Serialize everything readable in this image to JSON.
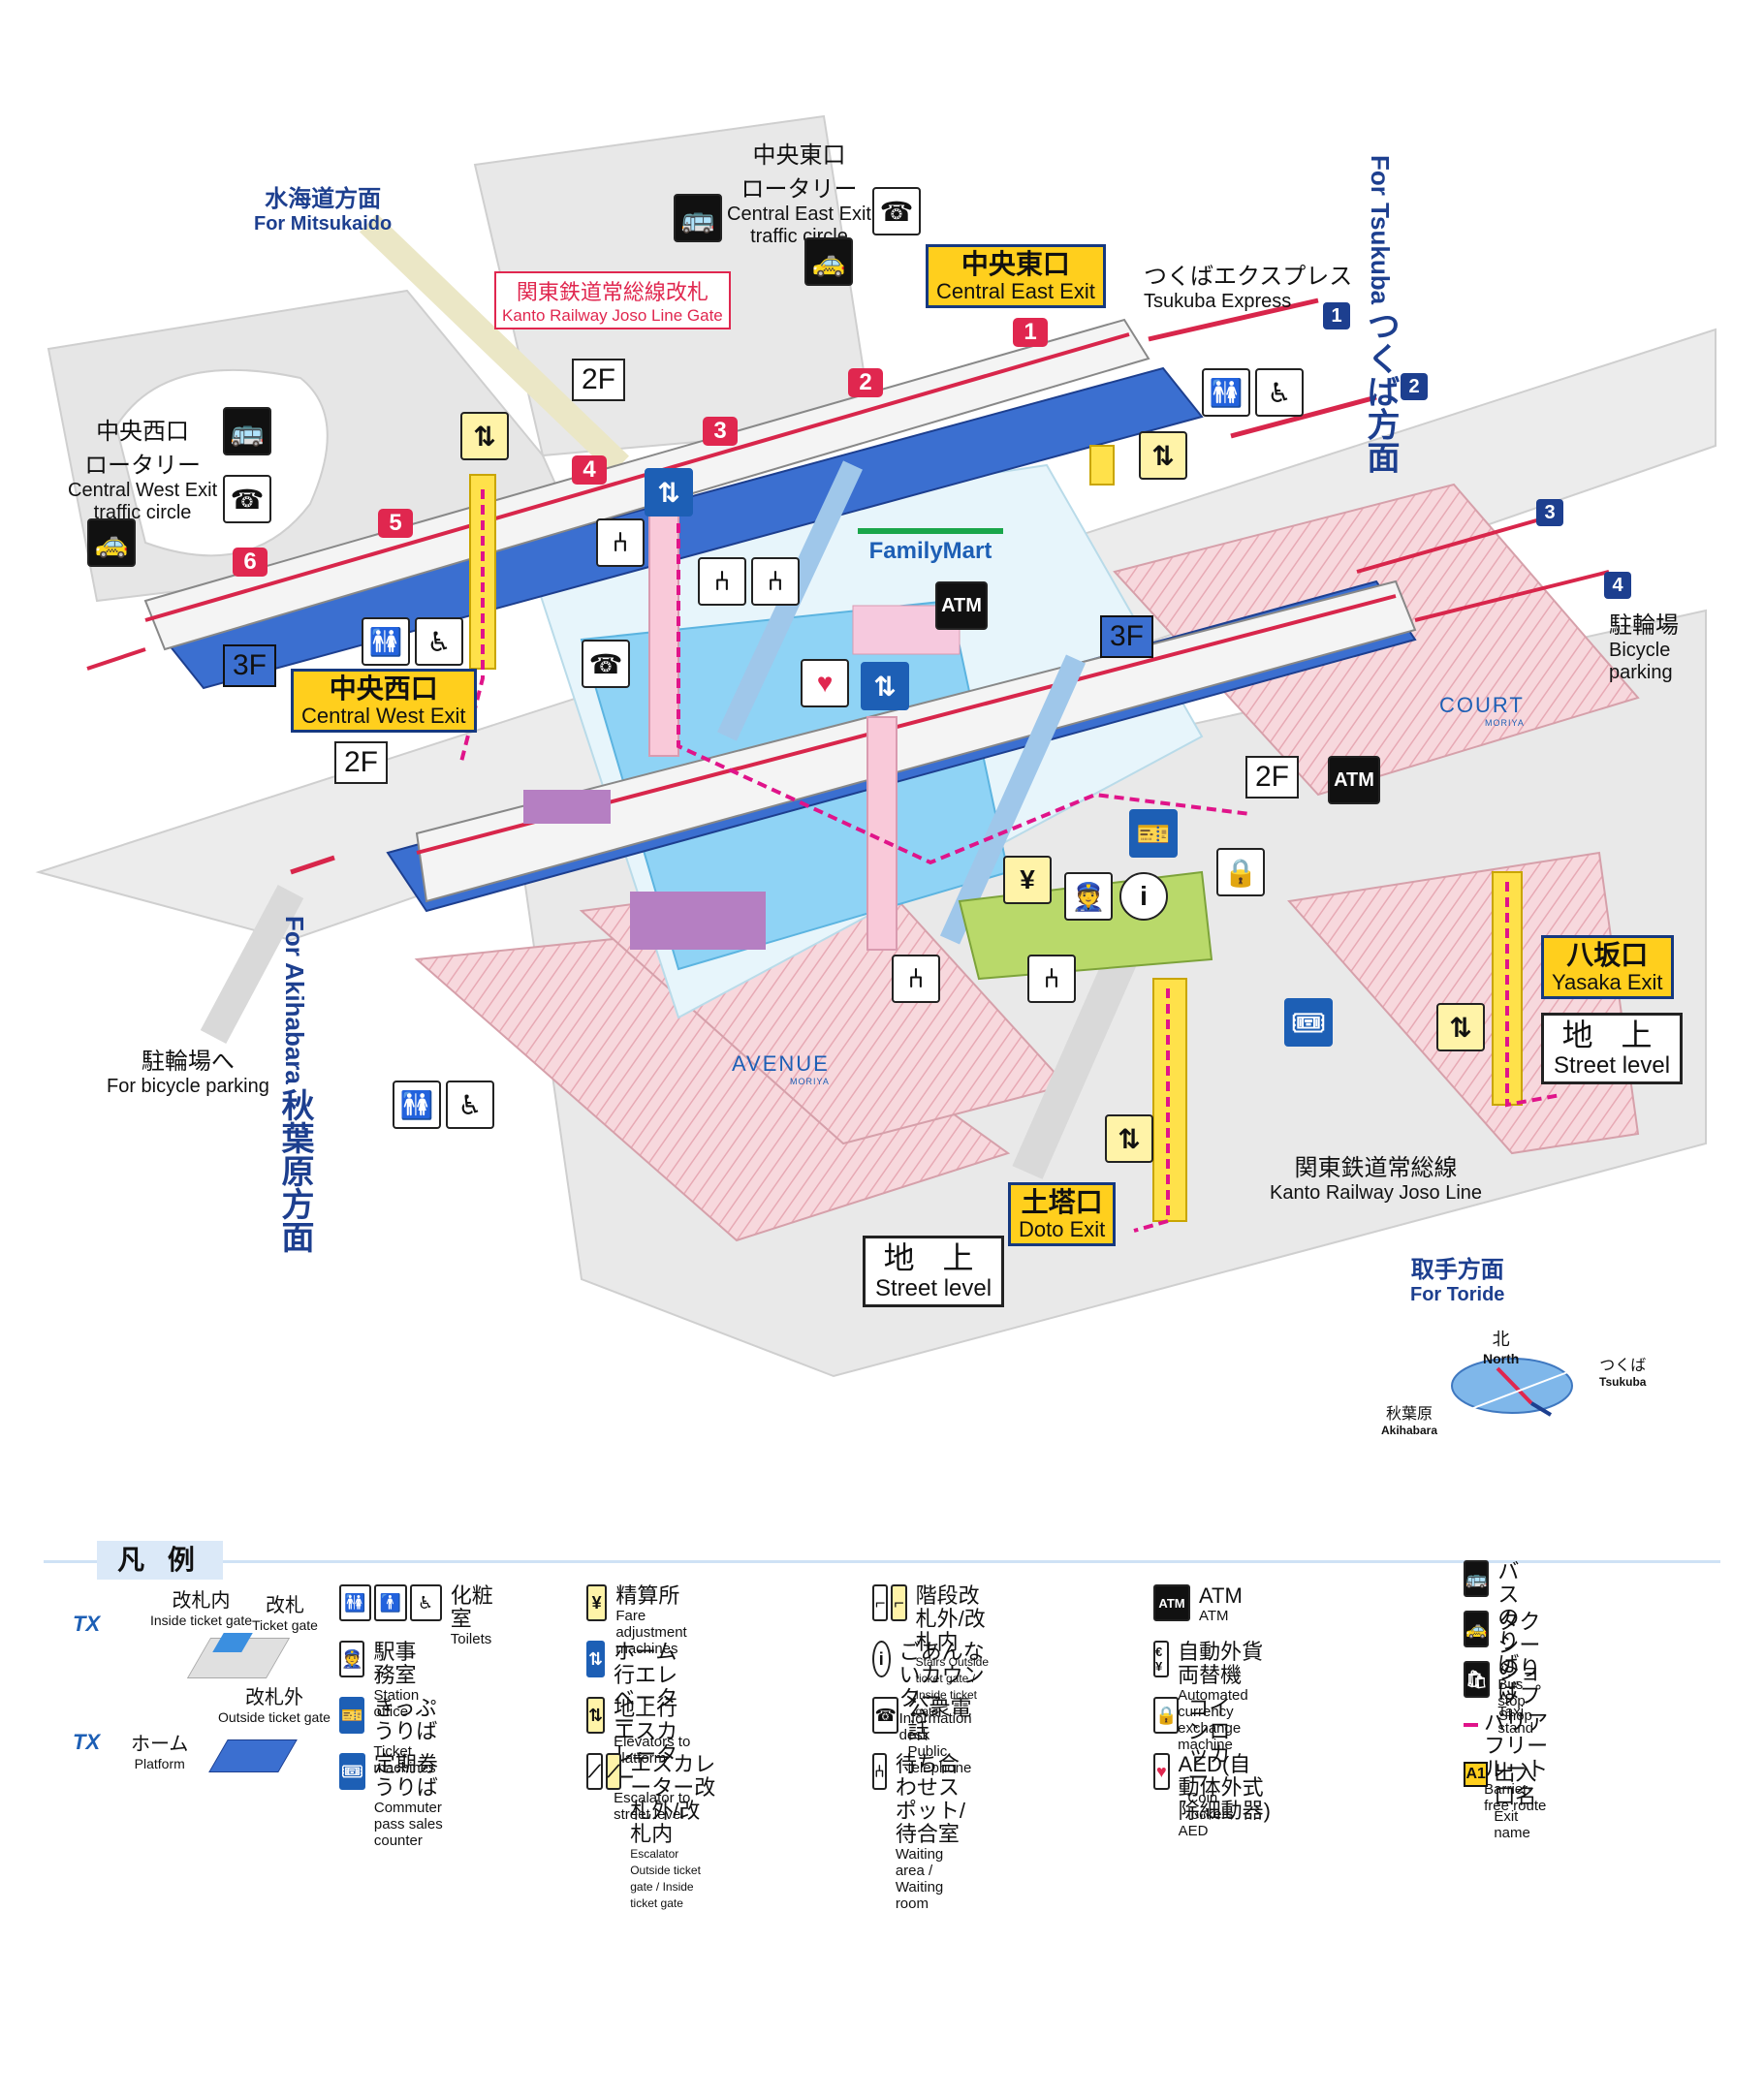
{
  "directions": {
    "mitsukaido": {
      "jp": "水海道方面",
      "en": "For Mitsukaido"
    },
    "tsukuba": {
      "jp": "つくば方面",
      "en": "For Tsukuba"
    },
    "akihabara": {
      "jp": "秋葉原方面",
      "en": "For Akihabara"
    },
    "toride": {
      "jp": "取手方面",
      "en": "For Toride"
    }
  },
  "rotaries": {
    "east": {
      "jp1": "中央東口",
      "jp2": "ロータリー",
      "en1": "Central East Exit",
      "en2": "traffic circle"
    },
    "west": {
      "jp1": "中央西口",
      "jp2": "ロータリー",
      "en1": "Central West Exit",
      "en2": "traffic circle"
    }
  },
  "exits": {
    "central_east": {
      "jp": "中央東口",
      "en": "Central East Exit"
    },
    "central_west": {
      "jp": "中央西口",
      "en": "Central West Exit"
    },
    "yasaka": {
      "jp": "八坂口",
      "en": "Yasaka Exit"
    },
    "doto": {
      "jp": "土塔口",
      "en": "Doto Exit"
    }
  },
  "kanto_gate": {
    "jp": "関東鉄道常総線改札",
    "en": "Kanto Railway Joso Line Gate"
  },
  "tsukuba_express": {
    "jp": "つくばエクスプレス",
    "en": "Tsukuba Express"
  },
  "kanto_line": {
    "jp": "関東鉄道常総線",
    "en": "Kanto Railway Joso Line"
  },
  "bicycle": {
    "jp": "駐輪場",
    "en1": "Bicycle",
    "en2": "parking"
  },
  "bicycle_to": {
    "jp": "駐輪場へ",
    "en": "For bicycle parking"
  },
  "levels": {
    "l2f": "2F",
    "l3f": "3F"
  },
  "street": {
    "jp": "地 上",
    "en": "Street level"
  },
  "platforms": [
    "1",
    "2",
    "3",
    "4",
    "5",
    "6"
  ],
  "tx_directions": [
    "1",
    "2",
    "3",
    "4"
  ],
  "family_mart": "FamilyMart",
  "atm": "ATM",
  "venues": {
    "court": {
      "name": "COURT",
      "sub": "MORIYA"
    },
    "avenue": {
      "name": "AVENUE",
      "sub": "MORIYA"
    }
  },
  "compass": {
    "north_jp": "北",
    "north_en": "North",
    "tsukuba_jp": "つくば",
    "tsukuba_en": "Tsukuba",
    "akihabara_jp": "秋葉原",
    "akihabara_en": "Akihabara"
  },
  "legend": {
    "title": "凡 例",
    "gate": {
      "inside_jp": "改札内",
      "inside_en": "Inside ticket gate",
      "gate_jp": "改札",
      "gate_en": "Ticket gate",
      "outside_jp": "改札外",
      "outside_en": "Outside ticket gate",
      "platform_jp": "ホーム",
      "platform_en": "Platform",
      "logo": "TX"
    },
    "col2": [
      {
        "icon": "toilet-icon",
        "glyph": "🚻",
        "jp": "化粧室",
        "en": "Toilets"
      },
      {
        "icon": "station-office-icon",
        "glyph": "👮",
        "jp": "駅事務室",
        "en": "Station office"
      },
      {
        "icon": "ticket-machine-icon",
        "glyph": "🎫",
        "jp": "きっぷうりば",
        "en": "Ticket machines"
      },
      {
        "icon": "commuter-pass-icon",
        "glyph": "🎟",
        "jp": "定期券うりば",
        "en": "Commuter pass sales counter"
      }
    ],
    "col3": [
      {
        "icon": "fare-adjustment-icon",
        "glyph": "¥",
        "jp": "精算所",
        "en": "Fare adjustment machines"
      },
      {
        "icon": "elevator-platform-icon",
        "glyph": "⇅",
        "jp": "ホーム行エレベーター",
        "en": "Elevators to platform"
      },
      {
        "icon": "elevator-street-icon",
        "glyph": "⇅",
        "jp": "地上行エスカレーター",
        "en": "Escalator to street level"
      },
      {
        "icon": "escalator-icon",
        "glyph": "⟋",
        "jp": "エスカレーター改札外/改札内",
        "en": "Escalator Outside ticket gate / Inside ticket gate"
      }
    ],
    "col4": [
      {
        "icon": "stairs-icon",
        "glyph": "⌐",
        "jp": "階段改札外/改札内",
        "en": "Stairs Outside ticket gate / Inside ticket gate"
      },
      {
        "icon": "information-icon",
        "glyph": "i",
        "jp": "ごあんないカウンター",
        "en": "Information desk"
      },
      {
        "icon": "telephone-icon",
        "glyph": "☎",
        "jp": "公衆電話",
        "en": "Public telephone"
      },
      {
        "icon": "waiting-area-icon",
        "glyph": "⑃",
        "jp": "待ち合わせスポット/待合室",
        "en": "Waiting area / Waiting room"
      }
    ],
    "col5": [
      {
        "icon": "atm-icon",
        "glyph": "ATM",
        "jp": "ATM",
        "en": "ATM"
      },
      {
        "icon": "currency-exchange-icon",
        "glyph": "€¥",
        "jp": "自動外貨両替機",
        "en": "Automated currency exchange machine"
      },
      {
        "icon": "coin-locker-icon",
        "glyph": "🔒",
        "jp": "コインロッカー",
        "en": "Coin lockers"
      },
      {
        "icon": "aed-icon",
        "glyph": "♥",
        "jp": "AED(自動体外式除細動器)",
        "en": "AED"
      }
    ],
    "col6": [
      {
        "icon": "bus-icon",
        "glyph": "🚌",
        "jp": "バスのりば",
        "en": "Bus stop"
      },
      {
        "icon": "taxi-icon",
        "glyph": "🚕",
        "jp": "タクシーのりば",
        "en": "Taxi stand"
      },
      {
        "icon": "shop-icon",
        "glyph": "🛍",
        "jp": "ショップ",
        "en": "Shop"
      },
      {
        "icon": "barrier-free-route-icon",
        "glyph": "",
        "jp": "バリアフリールート",
        "en": "Barrier-free route"
      },
      {
        "icon": "exit-name-icon",
        "glyph": "A1",
        "jp": "出入口名",
        "en": "Exit name"
      }
    ]
  },
  "colors": {
    "platform_blue": "#3b6fd0",
    "concourse_blue": "#8fd3f5",
    "exit_yellow": "#ffcf1d",
    "route_magenta": "#e0148a",
    "tx_red": "#e0274f",
    "dir_blue": "#1d3f8f"
  }
}
